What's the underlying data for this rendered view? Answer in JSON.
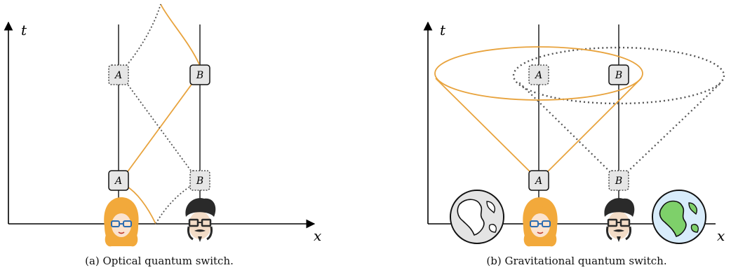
{
  "colors": {
    "orange": "#E8A33D",
    "dotted": "#555555",
    "box_fill": "#E6E6E6",
    "earth_gray": "#E4E4E4",
    "earth_blue": "#D8ECFB",
    "earth_green": "#7ED06A",
    "hair": "#F2A93B",
    "hair_dark": "#2A2A2A"
  },
  "panel_a": {
    "axis_t": "t",
    "axis_x": "x",
    "boxes": [
      {
        "label": "A",
        "style": "dotted"
      },
      {
        "label": "B",
        "style": "solid"
      },
      {
        "label": "A",
        "style": "solid"
      },
      {
        "label": "B",
        "style": "dotted"
      }
    ],
    "caption": "(a) Optical quantum switch."
  },
  "panel_b": {
    "axis_t": "t",
    "axis_x": "x",
    "boxes": [
      {
        "label": "A",
        "style": "dotted"
      },
      {
        "label": "B",
        "style": "solid"
      },
      {
        "label": "A",
        "style": "solid"
      },
      {
        "label": "B",
        "style": "dotted"
      }
    ],
    "caption": "(b) Gravitational quantum switch."
  }
}
